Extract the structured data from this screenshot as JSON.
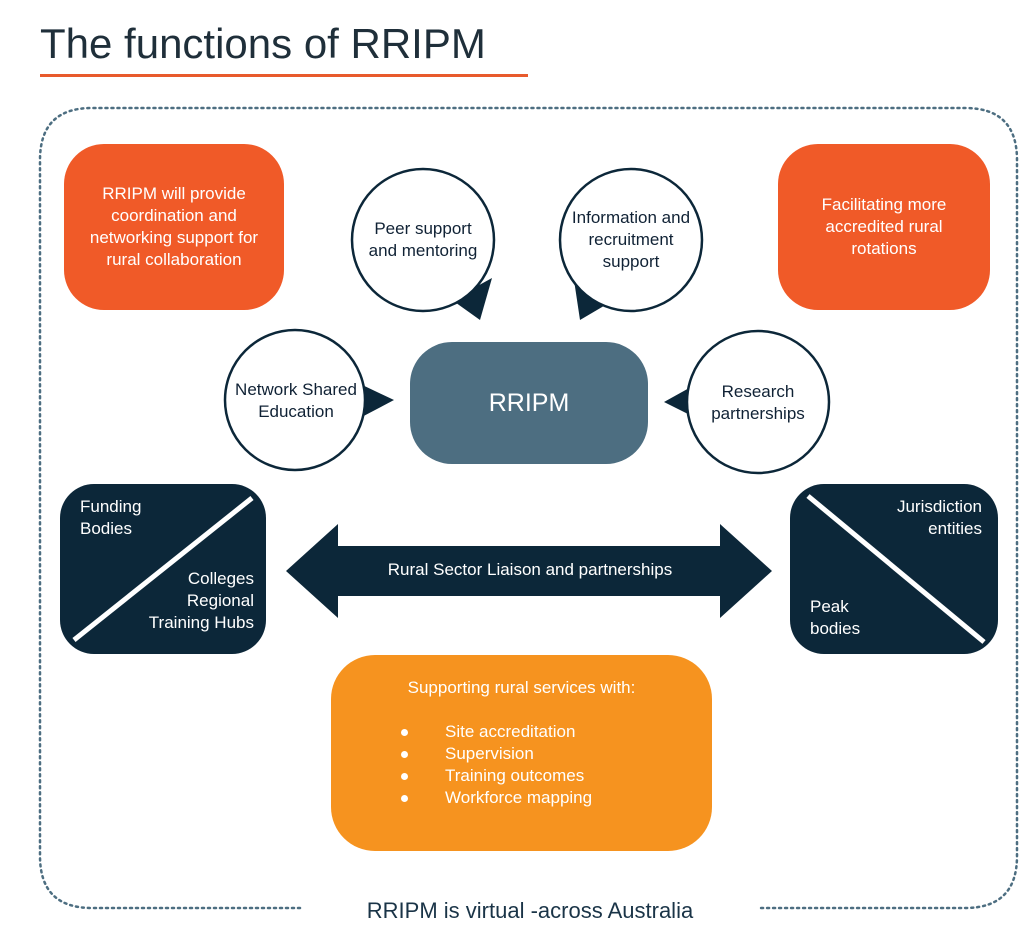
{
  "title": "The functions of RRIPM",
  "colors": {
    "orange": "#f05a28",
    "amber": "#f6931f",
    "navy": "#0c2739",
    "slate": "#4d6e81",
    "dotted_border": "#4d6e81"
  },
  "coordination_box": "RRIPM will provide coordination and networking support for rural collaboration",
  "rotations_box": "Facilitating more accredited rural rotations",
  "circles": {
    "peer_support": "Peer support and mentoring",
    "information": "Information and recruitment support",
    "network_education": "Network Shared Education",
    "research": "Research partnerships"
  },
  "center_label": "RRIPM",
  "left_split": {
    "top": "Funding\nBodies",
    "bottom": "Colleges\nRegional\nTraining Hubs"
  },
  "right_split": {
    "top": "Jurisdiction\nentities",
    "bottom": "Peak\nbodies"
  },
  "arrow_label": "Rural Sector Liaison and partnerships",
  "support": {
    "heading": "Supporting rural services with:",
    "items": [
      "Site accreditation",
      "Supervision",
      "Training outcomes",
      "Workforce mapping"
    ]
  },
  "footer": "RRIPM is virtual -across Australia"
}
